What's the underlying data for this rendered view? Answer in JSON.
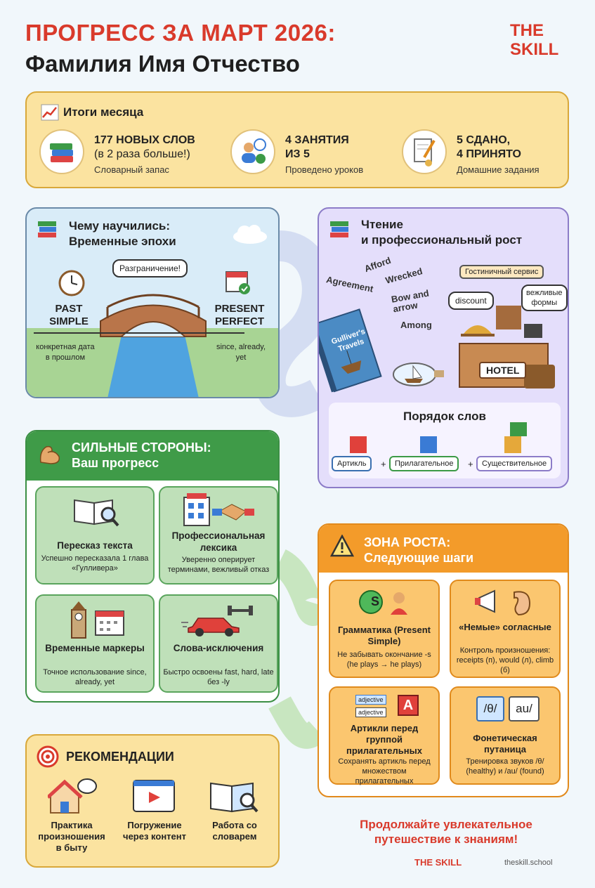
{
  "header": {
    "title": "ПРОГРЕСС ЗА МАРТ 2026:",
    "name": "Фамилия Имя Отчество",
    "logo_line1": "THE",
    "logo_line2": "SKILL"
  },
  "summary": {
    "title": "Итоги месяца",
    "stats": [
      {
        "big1": "177 НОВЫХ СЛОВ",
        "big2": "(в 2 раза больше!)",
        "sub": "Словарный запас",
        "icon": "books-icon"
      },
      {
        "big1": "4 ЗАНЯТИЯ",
        "big2": "ИЗ 5",
        "sub": "Проведено уроков",
        "icon": "people-clock-icon"
      },
      {
        "big1": "5 СДАНО,",
        "big2": "4 ПРИНЯТО",
        "sub": "Домашние задания",
        "icon": "document-pen-icon"
      }
    ]
  },
  "learned": {
    "title1": "Чему научились:",
    "title2": "Временные эпохи",
    "bubble": "Разграничение!",
    "past1": "PAST",
    "past2": "SIMPLE",
    "present1": "PRESENT",
    "present2": "PERFECT",
    "past_note1": "конкретная дата",
    "past_note2": "в прошлом",
    "present_note1": "since, already,",
    "present_note2": "yet"
  },
  "reading": {
    "title1": "Чтение",
    "title2": "и профессиональный рост",
    "words": [
      "Afford",
      "Agreement",
      "Wrecked",
      "Bow and",
      "arrow",
      "Among"
    ],
    "book_title1": "Gulliver's",
    "book_title2": "Travels",
    "hotel_pill": "Гостиничный сервис",
    "discount": "discount",
    "polite1": "вежливые",
    "polite2": "формы",
    "hotel_sign": "HOTEL",
    "word_order_title": "Порядок слов",
    "word_order": [
      "Артикль",
      "Прилагательное",
      "Существительное"
    ],
    "plus": "+"
  },
  "strengths": {
    "title1": "СИЛЬНЫЕ СТОРОНЫ:",
    "title2": "Ваш прогресс",
    "tiles": [
      {
        "title": "Пересказ текста",
        "desc": "Успешно пересказала 1 глава «Гулливера»",
        "icon": "open-book-magnifier-icon"
      },
      {
        "title": "Профессиональная лексика",
        "desc": "Уверенно оперирует терминами, вежливый отказ",
        "icon": "hotel-handshake-icon"
      },
      {
        "title": "Временные маркеры",
        "desc": "Точное использование since, already, yet",
        "icon": "bigben-calendar-icon"
      },
      {
        "title": "Слова-исключения",
        "desc": "Быстро освоены fast, hard, late без -ly",
        "icon": "car-dumbbell-icon"
      }
    ]
  },
  "growth": {
    "title1": "ЗОНА РОСТА:",
    "title2": "Следующие шаги",
    "tiles": [
      {
        "title": "Грамматика (Present Simple)",
        "desc": "Не забывать окончание -s (he plays → he plays)",
        "icon": "letter-s-person-icon",
        "badge": "S"
      },
      {
        "title": "«Немые» согласные",
        "desc": "Контроль произношения: receipts (п), would (л), climb (б)",
        "icon": "megaphone-ear-icon"
      },
      {
        "title": "Артикли перед группой прилагательных",
        "desc": "Сохранять артикль перед множеством прилагательных",
        "icon": "adjective-a-icon",
        "tag1": "adjective",
        "tag2": "adjective",
        "badge": "A"
      },
      {
        "title": "Фонетическая путаница",
        "desc": "Тренировка звуков /θ/ (healthy) и /au/ (found)",
        "icon": "phonetic-symbols-icon",
        "sym1": "/θ/",
        "sym2": "au/"
      }
    ]
  },
  "recommendations": {
    "title": "РЕКОМЕНДАЦИИ",
    "items": [
      {
        "label": "Практика произношения в быту",
        "icon": "house-speech-icon"
      },
      {
        "label": "Погружение через контент",
        "icon": "video-player-icon"
      },
      {
        "label": "Работа со словарем",
        "icon": "dictionary-icon"
      }
    ]
  },
  "footer": {
    "cta": "Продолжайте увлекательное путешествие к знаниям!",
    "brand": "THE SKILL",
    "site": "theskill.school"
  },
  "colors": {
    "accent_red": "#d93a2b",
    "summary_bg": "#fbe3a0",
    "learn_bg": "#d9ecf8",
    "reading_bg": "#e4defb",
    "strength_green": "#3f9b48",
    "growth_orange": "#f39b2a"
  }
}
